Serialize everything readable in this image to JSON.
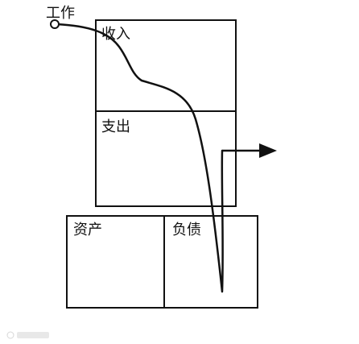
{
  "diagram": {
    "labels": {
      "work": "工作",
      "income": "收入",
      "expense": "支出",
      "assets": "资产",
      "liabilities": "负债"
    },
    "colors": {
      "stroke": "#111111",
      "background": "#ffffff",
      "watermark": "#b7b7b7"
    }
  }
}
